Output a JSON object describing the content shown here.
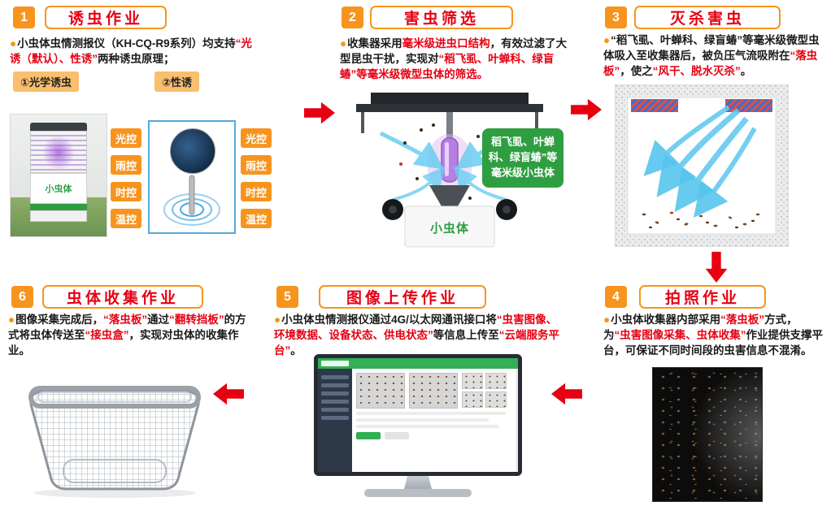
{
  "ui": {
    "bullet": "●"
  },
  "colors": {
    "accent_orange": "#f7941d",
    "highlight_red": "#e60012",
    "badge_green": "#2f9e41",
    "arrow_red": "#e60012",
    "flow_blue": "#66c9f0",
    "lure_box_blue": "#55a9db"
  },
  "steps": [
    {
      "num": "1",
      "title": "诱虫作业",
      "desc": [
        {
          "t": "小虫体虫情测报仪（KH-CQ-R9系列）均支持"
        },
        {
          "t": "“光诱（默认）、性诱”",
          "c": "red"
        },
        {
          "t": "两种诱虫原理；"
        }
      ],
      "chips": [
        "①光学诱虫",
        "②性诱"
      ],
      "controls": [
        "光控",
        "雨控",
        "时控",
        "温控"
      ],
      "device_label": "小虫体"
    },
    {
      "num": "2",
      "title": "害虫筛选",
      "desc": [
        {
          "t": "收集器采用"
        },
        {
          "t": "毫米级进虫口结构",
          "c": "red"
        },
        {
          "t": "，有效过滤了大型昆虫干扰，实现对"
        },
        {
          "t": "“稻飞虱、叶蝉科、绿盲蝽”等毫米级微型虫体的筛选。",
          "c": "red"
        }
      ],
      "badge": "稻飞虱、叶蝉科、绿盲蝽”等毫米级小虫体",
      "device_label": "小虫体"
    },
    {
      "num": "3",
      "title": "灭杀害虫",
      "desc": [
        {
          "t": "“稻飞虱、叶蝉科、绿盲蝽”等毫米级微型虫体吸入至收集器后，被负压气流吸附在"
        },
        {
          "t": "“落虫板”",
          "c": "red"
        },
        {
          "t": "，使之"
        },
        {
          "t": "“风干、脱水灭杀”",
          "c": "red"
        },
        {
          "t": "。"
        }
      ]
    },
    {
      "num": "4",
      "title": "拍照作业",
      "desc": [
        {
          "t": "小虫体收集器内部采用"
        },
        {
          "t": "“落虫板”",
          "c": "red"
        },
        {
          "t": "方式，为"
        },
        {
          "t": "“虫害图像采集、虫体收集”",
          "c": "red"
        },
        {
          "t": "作业提供支撑平台，可保证不同时间段的虫害信息不混淆。"
        }
      ]
    },
    {
      "num": "5",
      "title": "图像上传作业",
      "desc": [
        {
          "t": "小虫体虫情测报仪通过4G/以太网通讯接口将"
        },
        {
          "t": "“虫害图像、环境数据、设备状态、供电状态”",
          "c": "red"
        },
        {
          "t": "等信息上传至"
        },
        {
          "t": "“云端服务平台”",
          "c": "red"
        },
        {
          "t": "。"
        }
      ]
    },
    {
      "num": "6",
      "title": "虫体收集作业",
      "desc": [
        {
          "t": "图像采集完成后，"
        },
        {
          "t": "“落虫板”",
          "c": "red"
        },
        {
          "t": "通过"
        },
        {
          "t": "“翻转挡板”",
          "c": "red"
        },
        {
          "t": "的方式将虫体传送至"
        },
        {
          "t": "“接虫盒”",
          "c": "red"
        },
        {
          "t": "，实现对虫体的收集作业。"
        }
      ]
    }
  ]
}
